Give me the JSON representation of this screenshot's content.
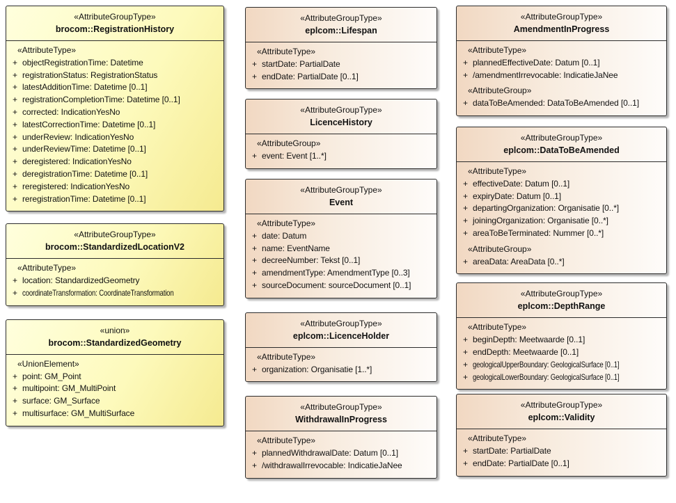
{
  "diagram": {
    "columns": [
      {
        "boxes": [
          {
            "theme": "yellow",
            "stereotype": "«AttributeGroupType»",
            "name": "brocom::RegistrationHistory",
            "sections": [
              {
                "header": "«AttributeType»",
                "attributes": [
                  {
                    "vis": "+",
                    "text": "objectRegistrationTime: Datetime"
                  },
                  {
                    "vis": "+",
                    "text": "registrationStatus: RegistrationStatus"
                  },
                  {
                    "vis": "+",
                    "text": "latestAdditionTime: Datetime [0..1]"
                  },
                  {
                    "vis": "+",
                    "text": "registrationCompletionTime: Datetime [0..1]"
                  },
                  {
                    "vis": "+",
                    "text": "corrected: IndicationYesNo"
                  },
                  {
                    "vis": "+",
                    "text": "latestCorrectionTime: Datetime [0..1]"
                  },
                  {
                    "vis": "+",
                    "text": "underReview: IndicationYesNo"
                  },
                  {
                    "vis": "+",
                    "text": "underReviewTime: Datetime [0..1]"
                  },
                  {
                    "vis": "+",
                    "text": "deregistered: IndicationYesNo"
                  },
                  {
                    "vis": "+",
                    "text": "deregistrationTime: Datetime [0..1]"
                  },
                  {
                    "vis": "+",
                    "text": "reregistered: IndicationYesNo"
                  },
                  {
                    "vis": "+",
                    "text": "reregistrationTime: Datetime [0..1]"
                  }
                ]
              }
            ]
          },
          {
            "theme": "yellow",
            "stereotype": "«AttributeGroupType»",
            "name": "brocom::StandardizedLocationV2",
            "sections": [
              {
                "header": "«AttributeType»",
                "attributes": [
                  {
                    "vis": "+",
                    "text": "location: StandardizedGeometry"
                  },
                  {
                    "vis": "+",
                    "text": "coordinateTransformation: CoordinateTransformation",
                    "condensed": true
                  }
                ]
              }
            ]
          },
          {
            "theme": "yellow",
            "stereotype": "«union»",
            "name": "brocom::StandardizedGeometry",
            "sections": [
              {
                "header": "«UnionElement»",
                "attributes": [
                  {
                    "vis": "+",
                    "text": "point: GM_Point"
                  },
                  {
                    "vis": "+",
                    "text": "multipoint: GM_MultiPoint"
                  },
                  {
                    "vis": "+",
                    "text": "surface: GM_Surface"
                  },
                  {
                    "vis": "+",
                    "text": "multisurface: GM_MultiSurface"
                  }
                ]
              }
            ]
          }
        ]
      },
      {
        "boxes": [
          {
            "theme": "cream",
            "stereotype": "«AttributeGroupType»",
            "name": "eplcom::Lifespan",
            "sections": [
              {
                "header": "«AttributeType»",
                "attributes": [
                  {
                    "vis": "+",
                    "text": "startDate: PartialDate"
                  },
                  {
                    "vis": "+",
                    "text": "endDate: PartialDate [0..1]"
                  }
                ]
              }
            ]
          },
          {
            "theme": "cream",
            "stereotype": "«AttributeGroupType»",
            "name": "LicenceHistory",
            "sections": [
              {
                "header": "«AttributeGroup»",
                "attributes": [
                  {
                    "vis": "+",
                    "text": "event: Event [1..*]"
                  }
                ]
              }
            ]
          },
          {
            "theme": "cream",
            "stereotype": "«AttributeGroupType»",
            "name": "Event",
            "sections": [
              {
                "header": "«AttributeType»",
                "attributes": [
                  {
                    "vis": "+",
                    "text": "date: Datum"
                  },
                  {
                    "vis": "+",
                    "text": "name: EventName"
                  },
                  {
                    "vis": "+",
                    "text": "decreeNumber: Tekst [0..1]"
                  },
                  {
                    "vis": "+",
                    "text": "amendmentType: AmendmentType [0..3]"
                  },
                  {
                    "vis": "+",
                    "text": "sourceDocument: sourceDocument [0..1]"
                  }
                ]
              }
            ]
          },
          {
            "theme": "cream",
            "stereotype": "«AttributeGroupType»",
            "name": "eplcom::LicenceHolder",
            "sections": [
              {
                "header": "«AttributeType»",
                "attributes": [
                  {
                    "vis": "+",
                    "text": "organization: Organisatie [1..*]"
                  }
                ]
              }
            ]
          },
          {
            "theme": "cream",
            "stereotype": "«AttributeGroupType»",
            "name": "WithdrawalInProgress",
            "sections": [
              {
                "header": "«AttributeType»",
                "attributes": [
                  {
                    "vis": "+",
                    "text": "plannedWithdrawalDate: Datum [0..1]"
                  },
                  {
                    "vis": "+",
                    "text": "/withdrawalIrrevocable: IndicatieJaNee"
                  }
                ]
              }
            ]
          }
        ]
      },
      {
        "boxes": [
          {
            "theme": "cream",
            "stereotype": "«AttributeGroupType»",
            "name": "AmendmentInProgress",
            "sections": [
              {
                "header": "«AttributeType»",
                "attributes": [
                  {
                    "vis": "+",
                    "text": "plannedEffectiveDate: Datum [0..1]"
                  },
                  {
                    "vis": "+",
                    "text": "/amendmentIrrevocable: IndicatieJaNee"
                  }
                ]
              },
              {
                "header": "«AttributeGroup»",
                "attributes": [
                  {
                    "vis": "+",
                    "text": "dataToBeAmended: DataToBeAmended [0..1]"
                  }
                ]
              }
            ]
          },
          {
            "theme": "cream",
            "stereotype": "«AttributeGroupType»",
            "name": "eplcom::DataToBeAmended",
            "sections": [
              {
                "header": "«AttributeType»",
                "attributes": [
                  {
                    "vis": "+",
                    "text": "effectiveDate: Datum [0..1]"
                  },
                  {
                    "vis": "+",
                    "text": "expiryDate: Datum [0..1]"
                  },
                  {
                    "vis": "+",
                    "text": "departingOrganization: Organisatie [0..*]"
                  },
                  {
                    "vis": "+",
                    "text": "joiningOrganization: Organisatie [0..*]"
                  },
                  {
                    "vis": "+",
                    "text": "areaToBeTerminated: Nummer [0..*]"
                  }
                ]
              },
              {
                "header": "«AttributeGroup»",
                "attributes": [
                  {
                    "vis": "+",
                    "text": "areaData: AreaData [0..*]"
                  }
                ]
              }
            ]
          },
          {
            "theme": "cream",
            "stereotype": "«AttributeGroupType»",
            "name": "eplcom::DepthRange",
            "sections": [
              {
                "header": "«AttributeType»",
                "attributes": [
                  {
                    "vis": "+",
                    "text": "beginDepth: Meetwaarde [0..1]"
                  },
                  {
                    "vis": "+",
                    "text": "endDepth: Meetwaarde [0..1]"
                  },
                  {
                    "vis": "+",
                    "text": "geologicalUpperBoundary: GeologicalSurface [0..1]",
                    "condensed": true
                  },
                  {
                    "vis": "+",
                    "text": "geologicalLowerBoundary: GeologicalSurface [0..1]",
                    "condensed": true
                  }
                ]
              }
            ]
          },
          {
            "theme": "cream",
            "stereotype": "«AttributeGroupType»",
            "name": "eplcom::Validity",
            "sections": [
              {
                "header": "«AttributeType»",
                "attributes": [
                  {
                    "vis": "+",
                    "text": "startDate: PartialDate"
                  },
                  {
                    "vis": "+",
                    "text": "endDate: PartialDate [0..1]"
                  }
                ]
              }
            ]
          }
        ]
      }
    ]
  },
  "colors": {
    "yellow_fill_light": "#ffffdd",
    "yellow_fill_dark": "#f5ea90",
    "cream_fill_dark": "#f1d8c2",
    "cream_fill_light": "#fefcfa",
    "border": "#2b2b2b"
  }
}
